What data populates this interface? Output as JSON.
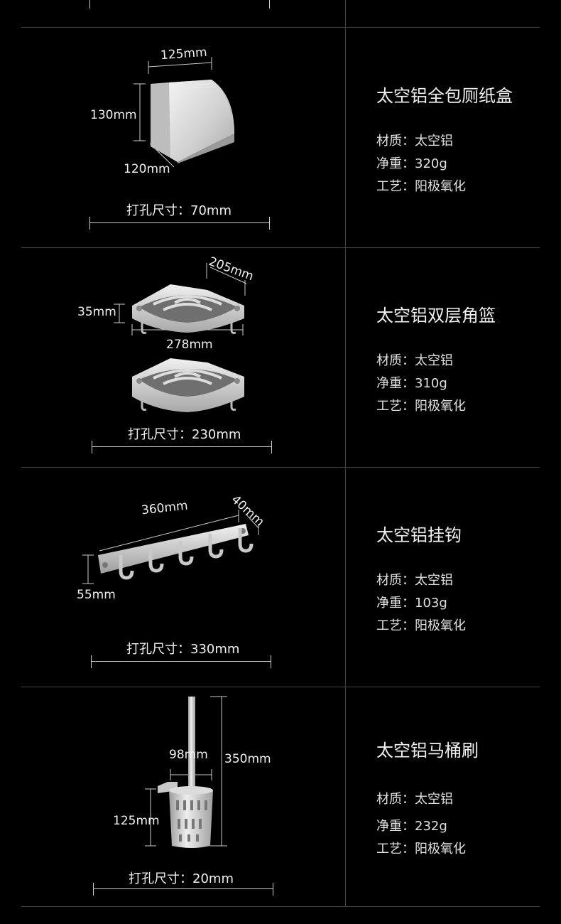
{
  "labels": {
    "material": "材质：",
    "weight": "净重：",
    "process": "工艺："
  },
  "products": [
    {
      "name": "太空铝全包厕纸盒",
      "material": "太空铝",
      "weight": "320g",
      "process": "阳极氧化",
      "hole_label": "打孔尺寸：70mm",
      "dims": [
        "125mm",
        "130mm",
        "120mm"
      ]
    },
    {
      "name": "太空铝双层角篮",
      "material": "太空铝",
      "weight": "310g",
      "process": "阳极氧化",
      "hole_label": "打孔尺寸：230mm",
      "dims": [
        "205mm",
        "35mm",
        "278mm"
      ]
    },
    {
      "name": "太空铝挂钩",
      "material": "太空铝",
      "weight": "103g",
      "process": "阳极氧化",
      "hole_label": "打孔尺寸：330mm",
      "dims": [
        "360mm",
        "40mm",
        "55mm"
      ]
    },
    {
      "name": "太空铝马桶刷",
      "material": "太空铝",
      "weight": "232g",
      "process": "阳极氧化",
      "hole_label": "打孔尺寸：20mm",
      "dims": [
        "98mm",
        "350mm",
        "125mm"
      ]
    }
  ]
}
